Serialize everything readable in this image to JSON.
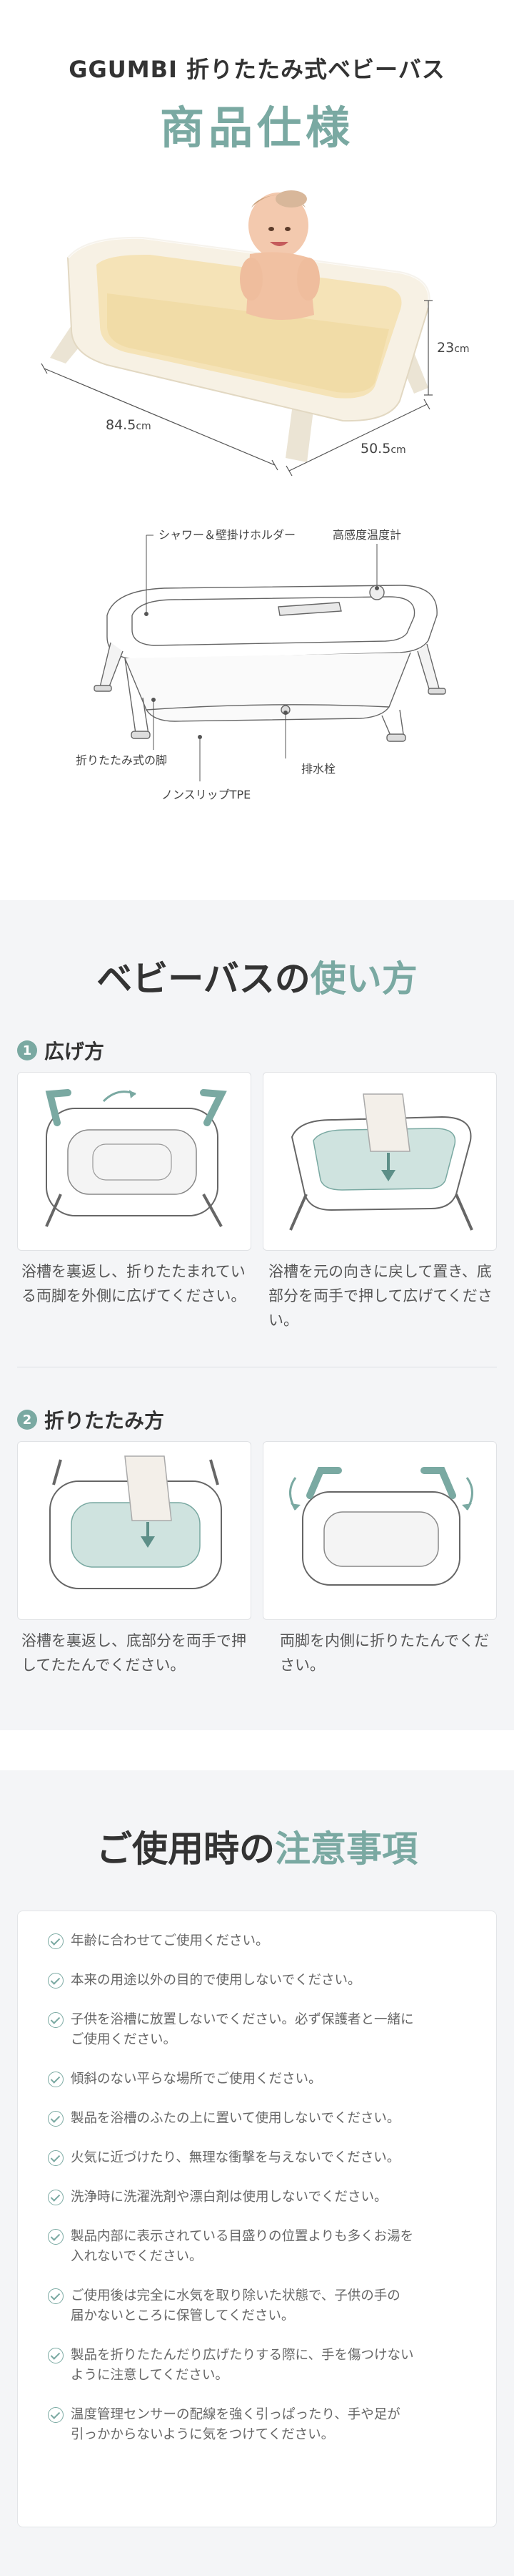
{
  "spec": {
    "brand": "GGUMBI 折りたたみ式ベビーバス",
    "heading": "商品仕様",
    "dims": {
      "length": "84.5",
      "width": "50.5",
      "height": "23",
      "unit": "cm"
    },
    "callouts": {
      "shower_holder": "シャワー＆壁掛けホルダー",
      "thermometer": "高感度温度計",
      "folding_leg": "折りたたみ式の脚",
      "drain": "排水栓",
      "nonslip": "ノンスリップTPE"
    }
  },
  "usage": {
    "title_main": "ベビーバスの",
    "title_accent": "使い方",
    "steps": [
      {
        "number": "1",
        "label": "広げ方",
        "items": [
          {
            "text": "浴槽を裏返し、折りたたまれている両脚を外側に広げてください。"
          },
          {
            "text": "浴槽を元の向きに戻して置き、底部分を両手で押して広げてください。"
          }
        ]
      },
      {
        "number": "2",
        "label": "折りたたみ方",
        "items": [
          {
            "text": "浴槽を裏返し、底部分を両手で押してたたんでください。"
          },
          {
            "text": "両脚を内側に折りたたんでください。"
          }
        ]
      }
    ]
  },
  "cautions": {
    "title_main": "ご使用時の",
    "title_accent": "注意事項",
    "items": [
      "年齢に合わせてご使用ください。",
      "本来の用途以外の目的で使用しないでください。",
      "子供を浴槽に放置しないでください。必ず保護者と一緒に\nご使用ください。",
      "傾斜のない平らな場所でご使用ください。",
      "製品を浴槽のふたの上に置いて使用しないでください。",
      "火気に近づけたり、無理な衝撃を与えないでください。",
      "洗浄時に洗濯洗剤や漂白剤は使用しないでください。",
      "製品内部に表示されている目盛りの位置よりも多くお湯を\n入れないでください。",
      "ご使用後は完全に水気を取り除いた状態で、子供の手の\n届かないところに保管してください。",
      "製品を折りたたんだり広げたりする際に、手を傷つけない\nように注意してください。",
      "温度管理センサーの配線を強く引っぱったり、手や足が\n引っかからないように気をつけてください。"
    ]
  },
  "colors": {
    "accent": "#7aa9a2",
    "tub_fill": "#f3e6c8",
    "bg_gray": "#f4f5f7"
  }
}
